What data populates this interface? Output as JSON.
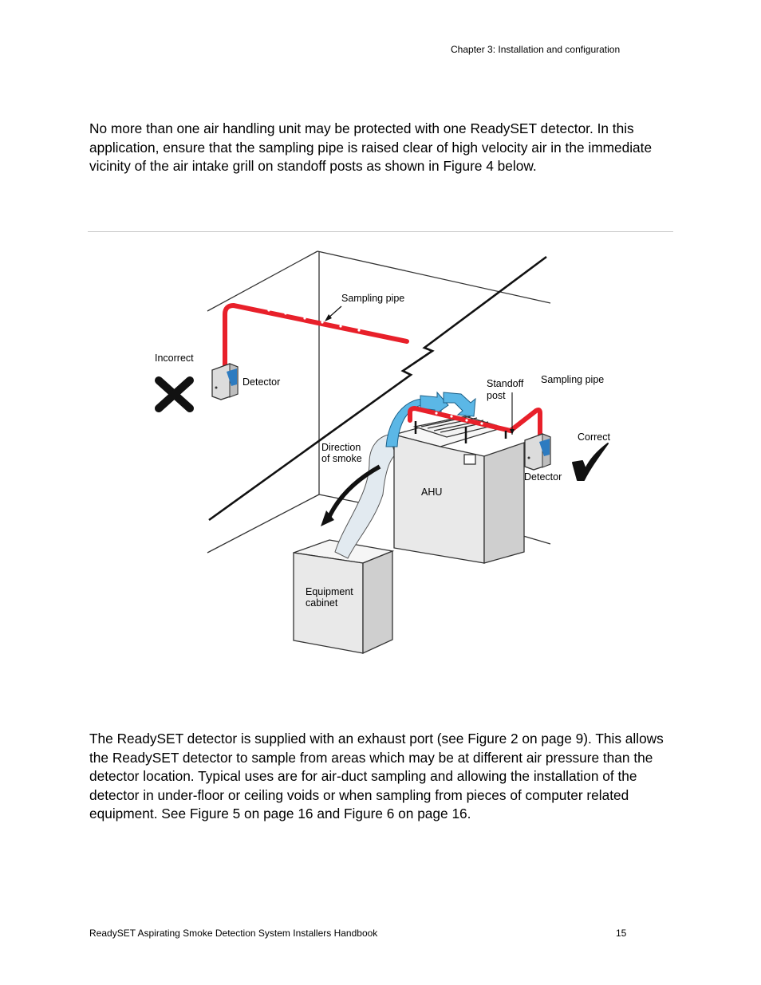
{
  "header": {
    "chapter": "Chapter 3: Installation and configuration"
  },
  "paragraphs": {
    "p1": "No more than one air handling unit may be protected with one ReadySET detector. In this application, ensure that the sampling pipe is raised clear of high velocity air in the immediate vicinity of the air intake grill on standoff posts as shown in Figure 4 below.",
    "p2": "The ReadySET detector is supplied with an exhaust port (see Figure 2 on page 9). This allows the ReadySET detector to sample from areas which may be at different air pressure than the detector location. Typical uses are for air-duct sampling and allowing the installation of the detector in under-floor or ceiling voids or when sampling from pieces of computer related equipment. See Figure 5 on page 16 and Figure 6 on page 16."
  },
  "figure": {
    "labels": {
      "sampling_pipe_left": "Sampling pipe",
      "incorrect": "Incorrect",
      "detector_left": "Detector",
      "standoff_line1": "Standoff",
      "standoff_line2": "post",
      "sampling_pipe_right": "Sampling pipe",
      "correct": "Correct",
      "direction_line1": "Direction",
      "direction_line2": "of smoke",
      "detector_right": "Detector",
      "ahu": "AHU",
      "equipment_line1": "Equipment",
      "equipment_line2": "cabinet"
    },
    "colors": {
      "pipe": "#e8202a",
      "arrow_blue": "#5bb7e6",
      "smoke": "#dfe8ee",
      "box": "#e9e9e9"
    }
  },
  "footer": {
    "title": "ReadySET Aspirating Smoke Detection System Installers Handbook",
    "page_number": "15"
  }
}
